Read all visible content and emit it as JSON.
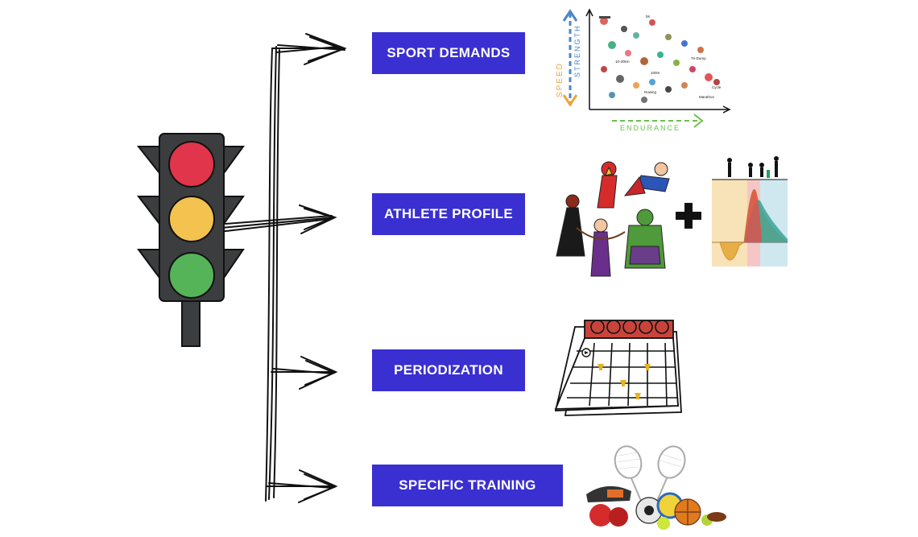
{
  "steps": [
    {
      "label": "SPORT DEMANDS"
    },
    {
      "label": "ATHLETE PROFILE"
    },
    {
      "label": "PERIODIZATION"
    },
    {
      "label": "SPECIFIC TRAINING"
    }
  ],
  "demands_chart": {
    "y_axis_top": "STRENGTH",
    "y_axis_bottom": "SPEED",
    "x_axis": "ENDURANCE",
    "marker_labels": [
      "5K",
      "10-20km",
      "100m",
      "Tri-Dump",
      "Rowing",
      "Cycle",
      "Marathon"
    ]
  },
  "plus_symbol": "+",
  "colors": {
    "box": "#3a2fd0",
    "red_light": "#e0354a",
    "yellow_light": "#f3c24f",
    "green_light": "#55b458",
    "traffic_body": "#3b3d3e",
    "speed_axis": "#f0a33a",
    "strength_axis": "#4c86c6",
    "endurance_axis": "#6cc04a",
    "calendar_red": "#c8443b"
  },
  "icons": [
    "traffic-light-icon",
    "calendar-icon",
    "sports-equipment-icon",
    "superheroes-image",
    "force-curve-chart"
  ]
}
